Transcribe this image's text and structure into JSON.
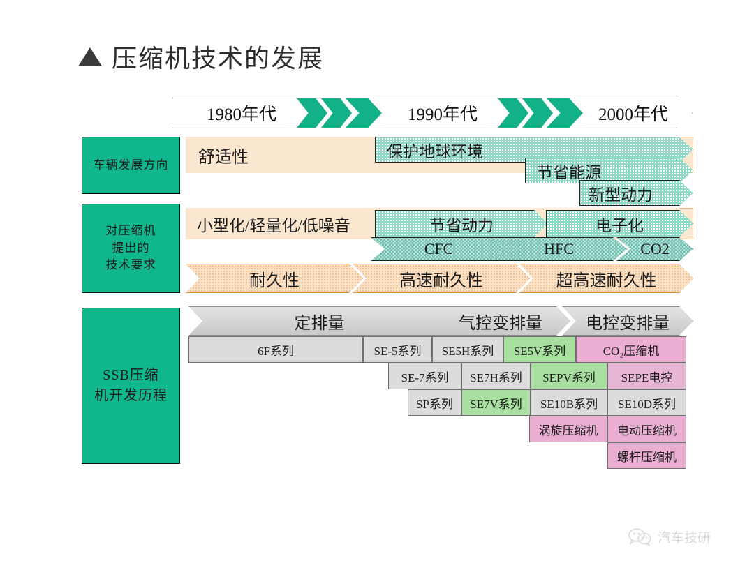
{
  "slide": {
    "title": "压缩机技术的发展",
    "title_marker": "triangle-bullet"
  },
  "timeline": {
    "decades": [
      "1980年代",
      "1990年代",
      "2000年代"
    ],
    "chevron_groups": 2,
    "chevrons_per_group": 3,
    "chevron_color": "#13b187"
  },
  "rows": [
    {
      "label": "车辆发展方向",
      "label_lines": [
        "车辆发展方向"
      ],
      "arrows": [
        {
          "text": "舒适性",
          "style": "peach-plain"
        },
        {
          "text": "保护地球环境",
          "style": "teal-dot"
        },
        {
          "text": "节省能源",
          "style": "teal-dot"
        },
        {
          "text": "新型动力",
          "style": "teal-dot"
        }
      ]
    },
    {
      "label": "对压缩机提出的技术要求",
      "label_lines": [
        "对压缩机",
        "提出的",
        "技术要求"
      ],
      "arrows": [
        {
          "text": "小型化/轻量化/低噪音",
          "style": "peach-plain"
        },
        {
          "text": "节省动力",
          "style": "teal-dot"
        },
        {
          "text": "电子化",
          "style": "teal-dot"
        },
        {
          "text": "CFC",
          "style": "teal-wave"
        },
        {
          "text": "HFC",
          "style": "teal-wave"
        },
        {
          "text": "CO2",
          "style": "teal-wave"
        },
        {
          "text": "耐久性",
          "style": "peach-dot"
        },
        {
          "text": "高速耐久性",
          "style": "peach-dot"
        },
        {
          "text": "超高速耐久性",
          "style": "peach-dot"
        }
      ]
    },
    {
      "label": "SSB压缩机开发历程",
      "label_lines": [
        "SSB压缩",
        "机开发历程"
      ],
      "arrows": [
        {
          "text": "定排量",
          "style": "gray"
        },
        {
          "text": "气控变排量",
          "style": "gray"
        },
        {
          "text": "电控变排量",
          "style": "gray"
        }
      ]
    }
  ],
  "product_table": {
    "rows": [
      [
        {
          "text": "6F系列",
          "color": "gray"
        },
        {
          "text": "SE-5系列",
          "color": "gray"
        },
        {
          "text": "SE5H系列",
          "color": "gray"
        },
        {
          "text": "SE5V系列",
          "color": "green"
        },
        {
          "text": "CO₂压缩机",
          "color": "pink"
        }
      ],
      [
        {
          "text": "SE-7系列",
          "color": "gray"
        },
        {
          "text": "SE7H系列",
          "color": "gray"
        },
        {
          "text": "SEPV系列",
          "color": "green"
        },
        {
          "text": "SEPE电控",
          "color": "pink"
        }
      ],
      [
        {
          "text": "SP系列",
          "color": "gray"
        },
        {
          "text": "SE7V系列",
          "color": "green"
        },
        {
          "text": "SE10B系列",
          "color": "gray"
        },
        {
          "text": "SE10D系列",
          "color": "gray"
        }
      ],
      [
        {
          "text": "涡旋压缩机",
          "color": "pink"
        },
        {
          "text": "电动压缩机",
          "color": "pink"
        }
      ],
      [
        {
          "text": "螺杆压缩机",
          "color": "pink"
        }
      ]
    ]
  },
  "watermark": {
    "text": "汽车技研",
    "icon": "wechat-icon"
  },
  "colors": {
    "green_label": "#10b68c",
    "teal_fill": "#8ed9c6",
    "peach_fill": "#fbe6cf",
    "gray_fill": "#d8d8d8",
    "pink_fill": "#eaaed2",
    "green_cell": "#a9e0a2"
  }
}
